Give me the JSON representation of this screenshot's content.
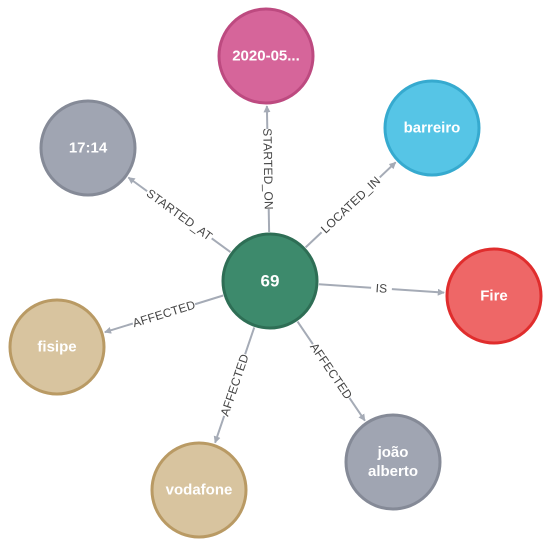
{
  "graph": {
    "center": {
      "label": "69",
      "fill": "#3d8a6c",
      "stroke": "#2e6e55"
    },
    "nodes": [
      {
        "id": "date",
        "label": "2020-05...",
        "fill": "#d6659a",
        "stroke": "#bd4a80"
      },
      {
        "id": "location",
        "label": "barreiro",
        "fill": "#56c5e6",
        "stroke": "#36aacf"
      },
      {
        "id": "type",
        "label": "Fire",
        "fill": "#ee6767",
        "stroke": "#e02d2d"
      },
      {
        "id": "person",
        "label": "joão\nalberto",
        "fill": "#a0a5b2",
        "stroke": "#858a97"
      },
      {
        "id": "company-vodafone",
        "label": "vodafone",
        "fill": "#d8c49f",
        "stroke": "#b99a64"
      },
      {
        "id": "company-fisipe",
        "label": "fisipe",
        "fill": "#d8c49f",
        "stroke": "#b99a64"
      },
      {
        "id": "time",
        "label": "17:14",
        "fill": "#a0a5b2",
        "stroke": "#858a97"
      }
    ],
    "edges": [
      {
        "to": "date",
        "label": "STARTED_ON"
      },
      {
        "to": "location",
        "label": "LOCATED_IN"
      },
      {
        "to": "type",
        "label": "IS"
      },
      {
        "to": "person",
        "label": "AFFECTED"
      },
      {
        "to": "company-vodafone",
        "label": "AFFECTED"
      },
      {
        "to": "company-fisipe",
        "label": "AFFECTED"
      },
      {
        "to": "time",
        "label": "STARTED_AT"
      }
    ]
  }
}
